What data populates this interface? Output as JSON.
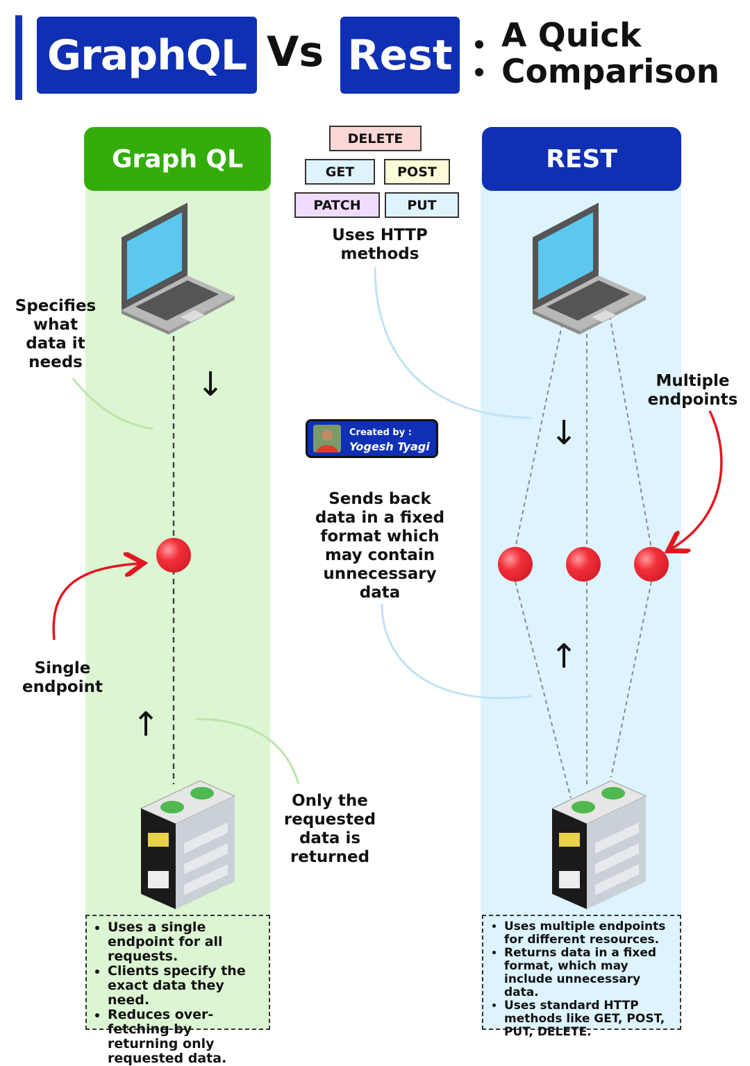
{
  "header": {
    "title_graphql": "GraphQL",
    "title_vs": "Vs",
    "title_rest": "Rest",
    "title_line1": "A Quick",
    "title_line2": "Comparison"
  },
  "columns": {
    "graphql_header": "Graph QL",
    "rest_header": "REST"
  },
  "http_methods": {
    "delete": "DELETE",
    "get": "GET",
    "post": "POST",
    "patch": "PATCH",
    "put": "PUT",
    "caption_line1": "Uses HTTP",
    "caption_line2": "methods"
  },
  "graphql_labels": {
    "specifies": [
      "Specifies",
      "what",
      "data it",
      "needs"
    ],
    "single_endpoint": [
      "Single",
      "endpoint"
    ],
    "only_requested": [
      "Only the",
      "requested",
      "data is",
      "returned"
    ]
  },
  "rest_labels": {
    "multiple_endpoints": [
      "Multiple",
      "endpoints"
    ],
    "sends_back": [
      "Sends back",
      "data in a fixed",
      "format which",
      "may contain",
      "unnecessary",
      "data"
    ]
  },
  "credit": {
    "created_by": "Created by :",
    "author": "Yogesh Tyagi"
  },
  "summary_graphql": [
    "Uses a single endpoint for all requests.",
    "Clients specify the exact data they need.",
    "Reduces over-fetching by returning only requested data."
  ],
  "summary_rest": [
    "Uses multiple endpoints for different resources.",
    "Returns data in a fixed format, which may include unnecessary data.",
    "Uses standard HTTP methods like GET, POST, PUT, DELETE."
  ],
  "colors": {
    "brand_blue": "#0f2fb5",
    "graphql_green": "#34ad0b",
    "graphql_bg": "#dcf5d2",
    "rest_bg": "#ddf3fd",
    "endpoint_red": "#f2303a"
  },
  "icons": [
    "laptop-icon",
    "server-icon",
    "endpoint-dot-icon",
    "down-arrow-icon",
    "up-arrow-icon"
  ]
}
